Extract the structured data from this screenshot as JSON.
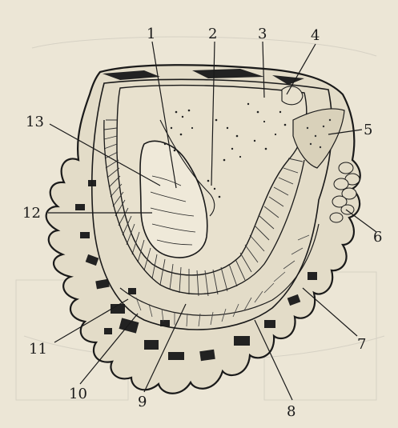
{
  "diagram": {
    "labels": [
      {
        "id": "1",
        "text": "1"
      },
      {
        "id": "2",
        "text": "2"
      },
      {
        "id": "3",
        "text": "3"
      },
      {
        "id": "4",
        "text": "4"
      },
      {
        "id": "5",
        "text": "5"
      },
      {
        "id": "6",
        "text": "6"
      },
      {
        "id": "7",
        "text": "7"
      },
      {
        "id": "8",
        "text": "8"
      },
      {
        "id": "9",
        "text": "9"
      },
      {
        "id": "10",
        "text": "10"
      },
      {
        "id": "11",
        "text": "11"
      },
      {
        "id": "12",
        "text": "12"
      },
      {
        "id": "13",
        "text": "13"
      }
    ]
  },
  "colors": {
    "paper": "#ece6d6",
    "ink": "#1a1a1a"
  }
}
